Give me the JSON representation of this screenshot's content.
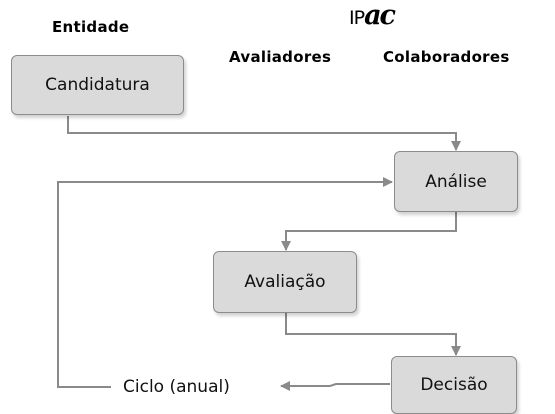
{
  "headers": {
    "entidade": "Entidade",
    "logo_ip": "IP",
    "logo_ac": "ac",
    "avaliadores": "Avaliadores",
    "colaboradores": "Colaboradores"
  },
  "nodes": {
    "candidatura": "Candidatura",
    "analise": "Análise",
    "avaliacao": "Avaliação",
    "decisao": "Decisão"
  },
  "cycle_label": "Ciclo (anual)",
  "colors": {
    "box_fill": "#dadada",
    "box_border": "#8c8c8c",
    "connector": "#8a8a8a"
  }
}
